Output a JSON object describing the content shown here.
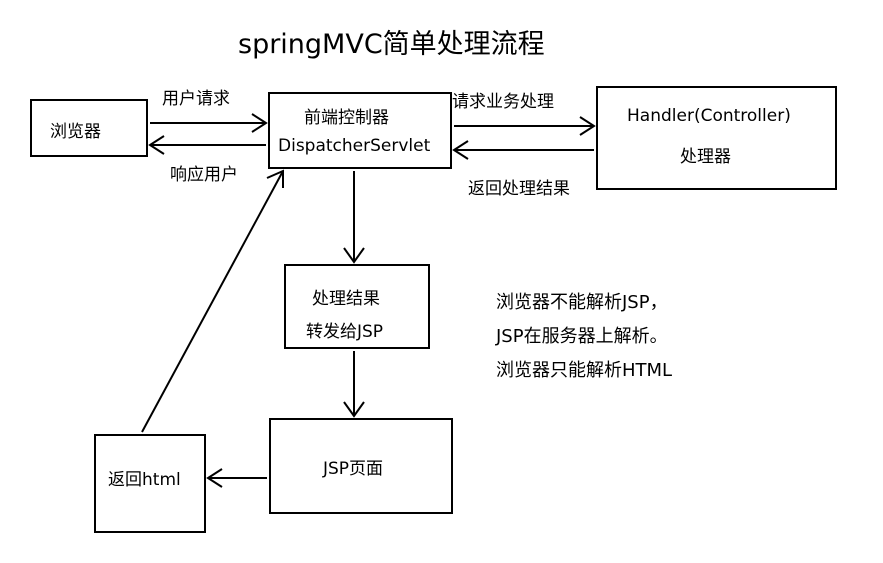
{
  "title": "springMVC简单处理流程",
  "nodes": {
    "browser": {
      "label": "浏览器"
    },
    "dispatcher": {
      "line1": "前端控制器",
      "line2": "DispatcherServlet"
    },
    "handler": {
      "line1": "Handler(Controller)",
      "line2": "处理器"
    },
    "result": {
      "line1": "处理结果",
      "line2": "转发给JSP"
    },
    "jsp": {
      "label": "JSP页面"
    },
    "html": {
      "label": "返回html"
    }
  },
  "edges": {
    "user_request": "用户请求",
    "respond_user": "响应用户",
    "business_request": "请求业务处理",
    "return_result": "返回处理结果"
  },
  "notes": [
    "浏览器不能解析JSP，",
    "JSP在服务器上解析。",
    "浏览器只能解析HTML"
  ]
}
